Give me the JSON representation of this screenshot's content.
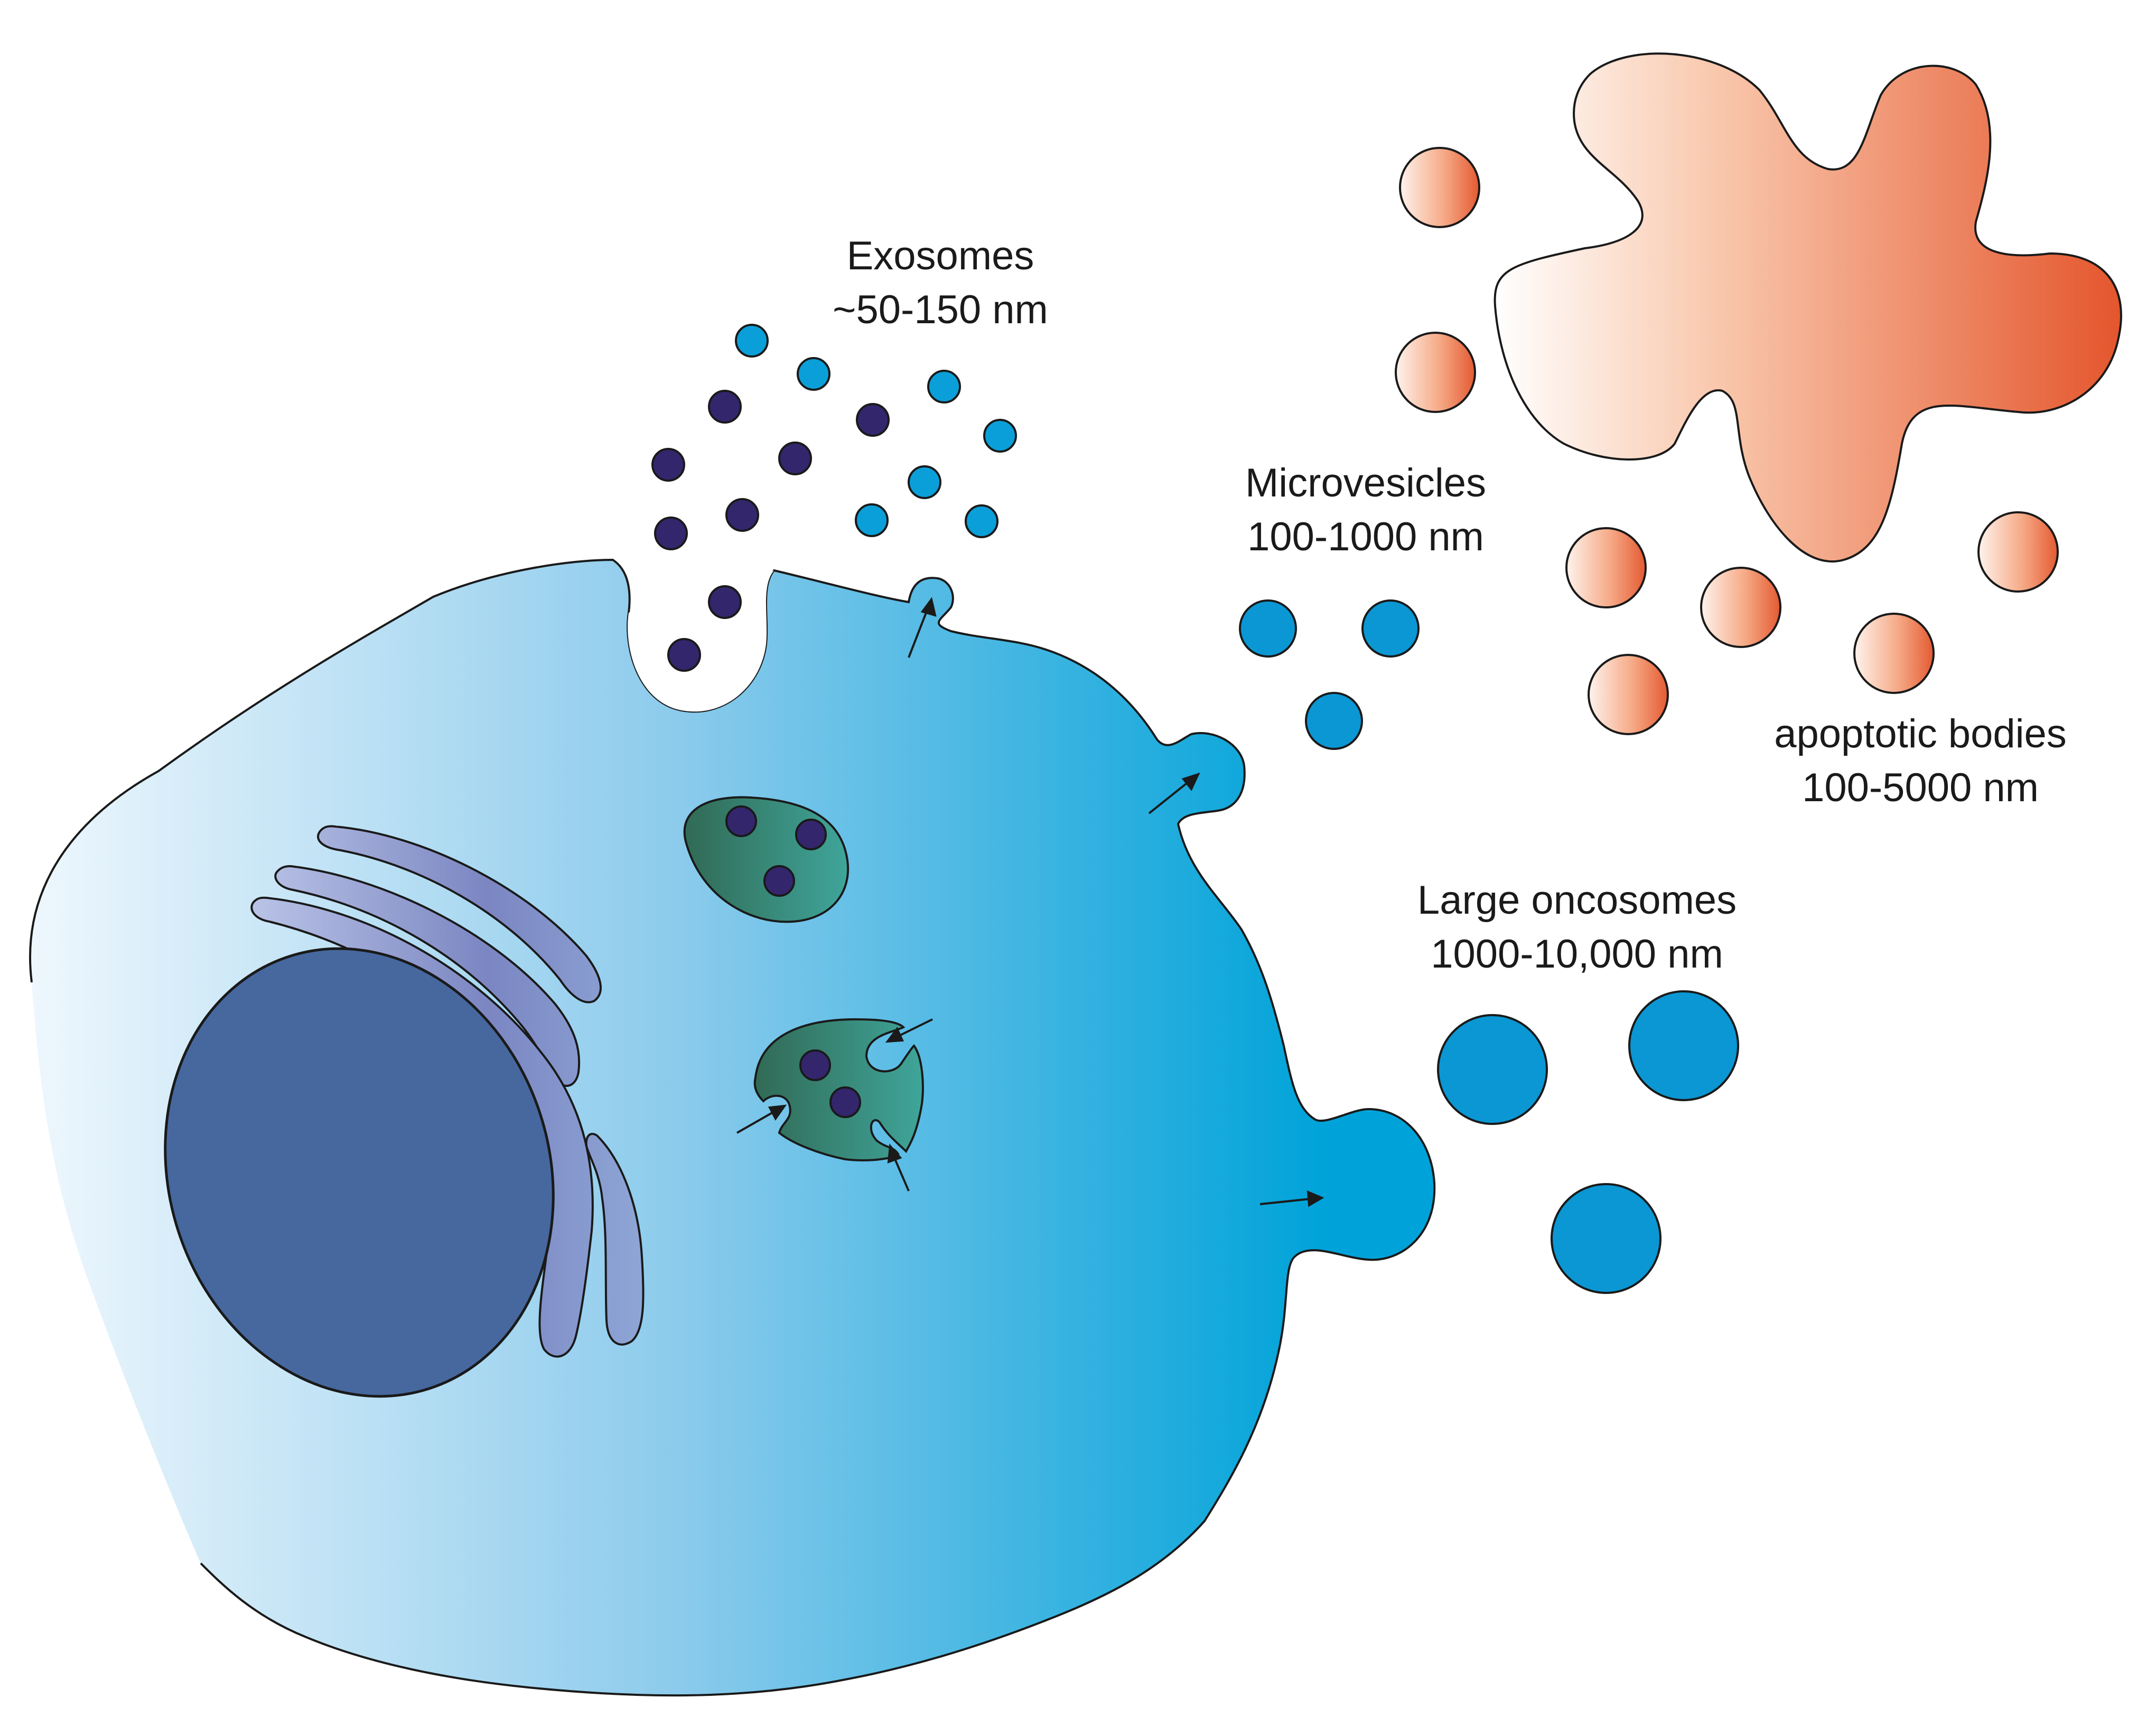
{
  "labels": {
    "exosomes": {
      "title": "Exosomes",
      "size": "~50-150 nm"
    },
    "microvesicles": {
      "title": "Microvesicles",
      "size": "100-1000 nm"
    },
    "apoptotic": {
      "title": "apoptotic bodies",
      "size": "100-5000 nm"
    },
    "oncosomes": {
      "title": "Large oncosomes",
      "size": "1000-10,000 nm"
    }
  },
  "colors": {
    "cell_light": "#e8f4fc",
    "cell_dark": "#00a3d9",
    "nucleus": "#46689e",
    "golgi": "#7b86c2",
    "mvb": "#3a7a66",
    "exosome_dark": "#33266d",
    "exosome_light": "#0a9fd8",
    "vesicle": "#0a97d4",
    "apoptotic_light": "#fde7dc",
    "apoptotic_dark": "#e35a32",
    "outline": "#1a1a1a"
  }
}
